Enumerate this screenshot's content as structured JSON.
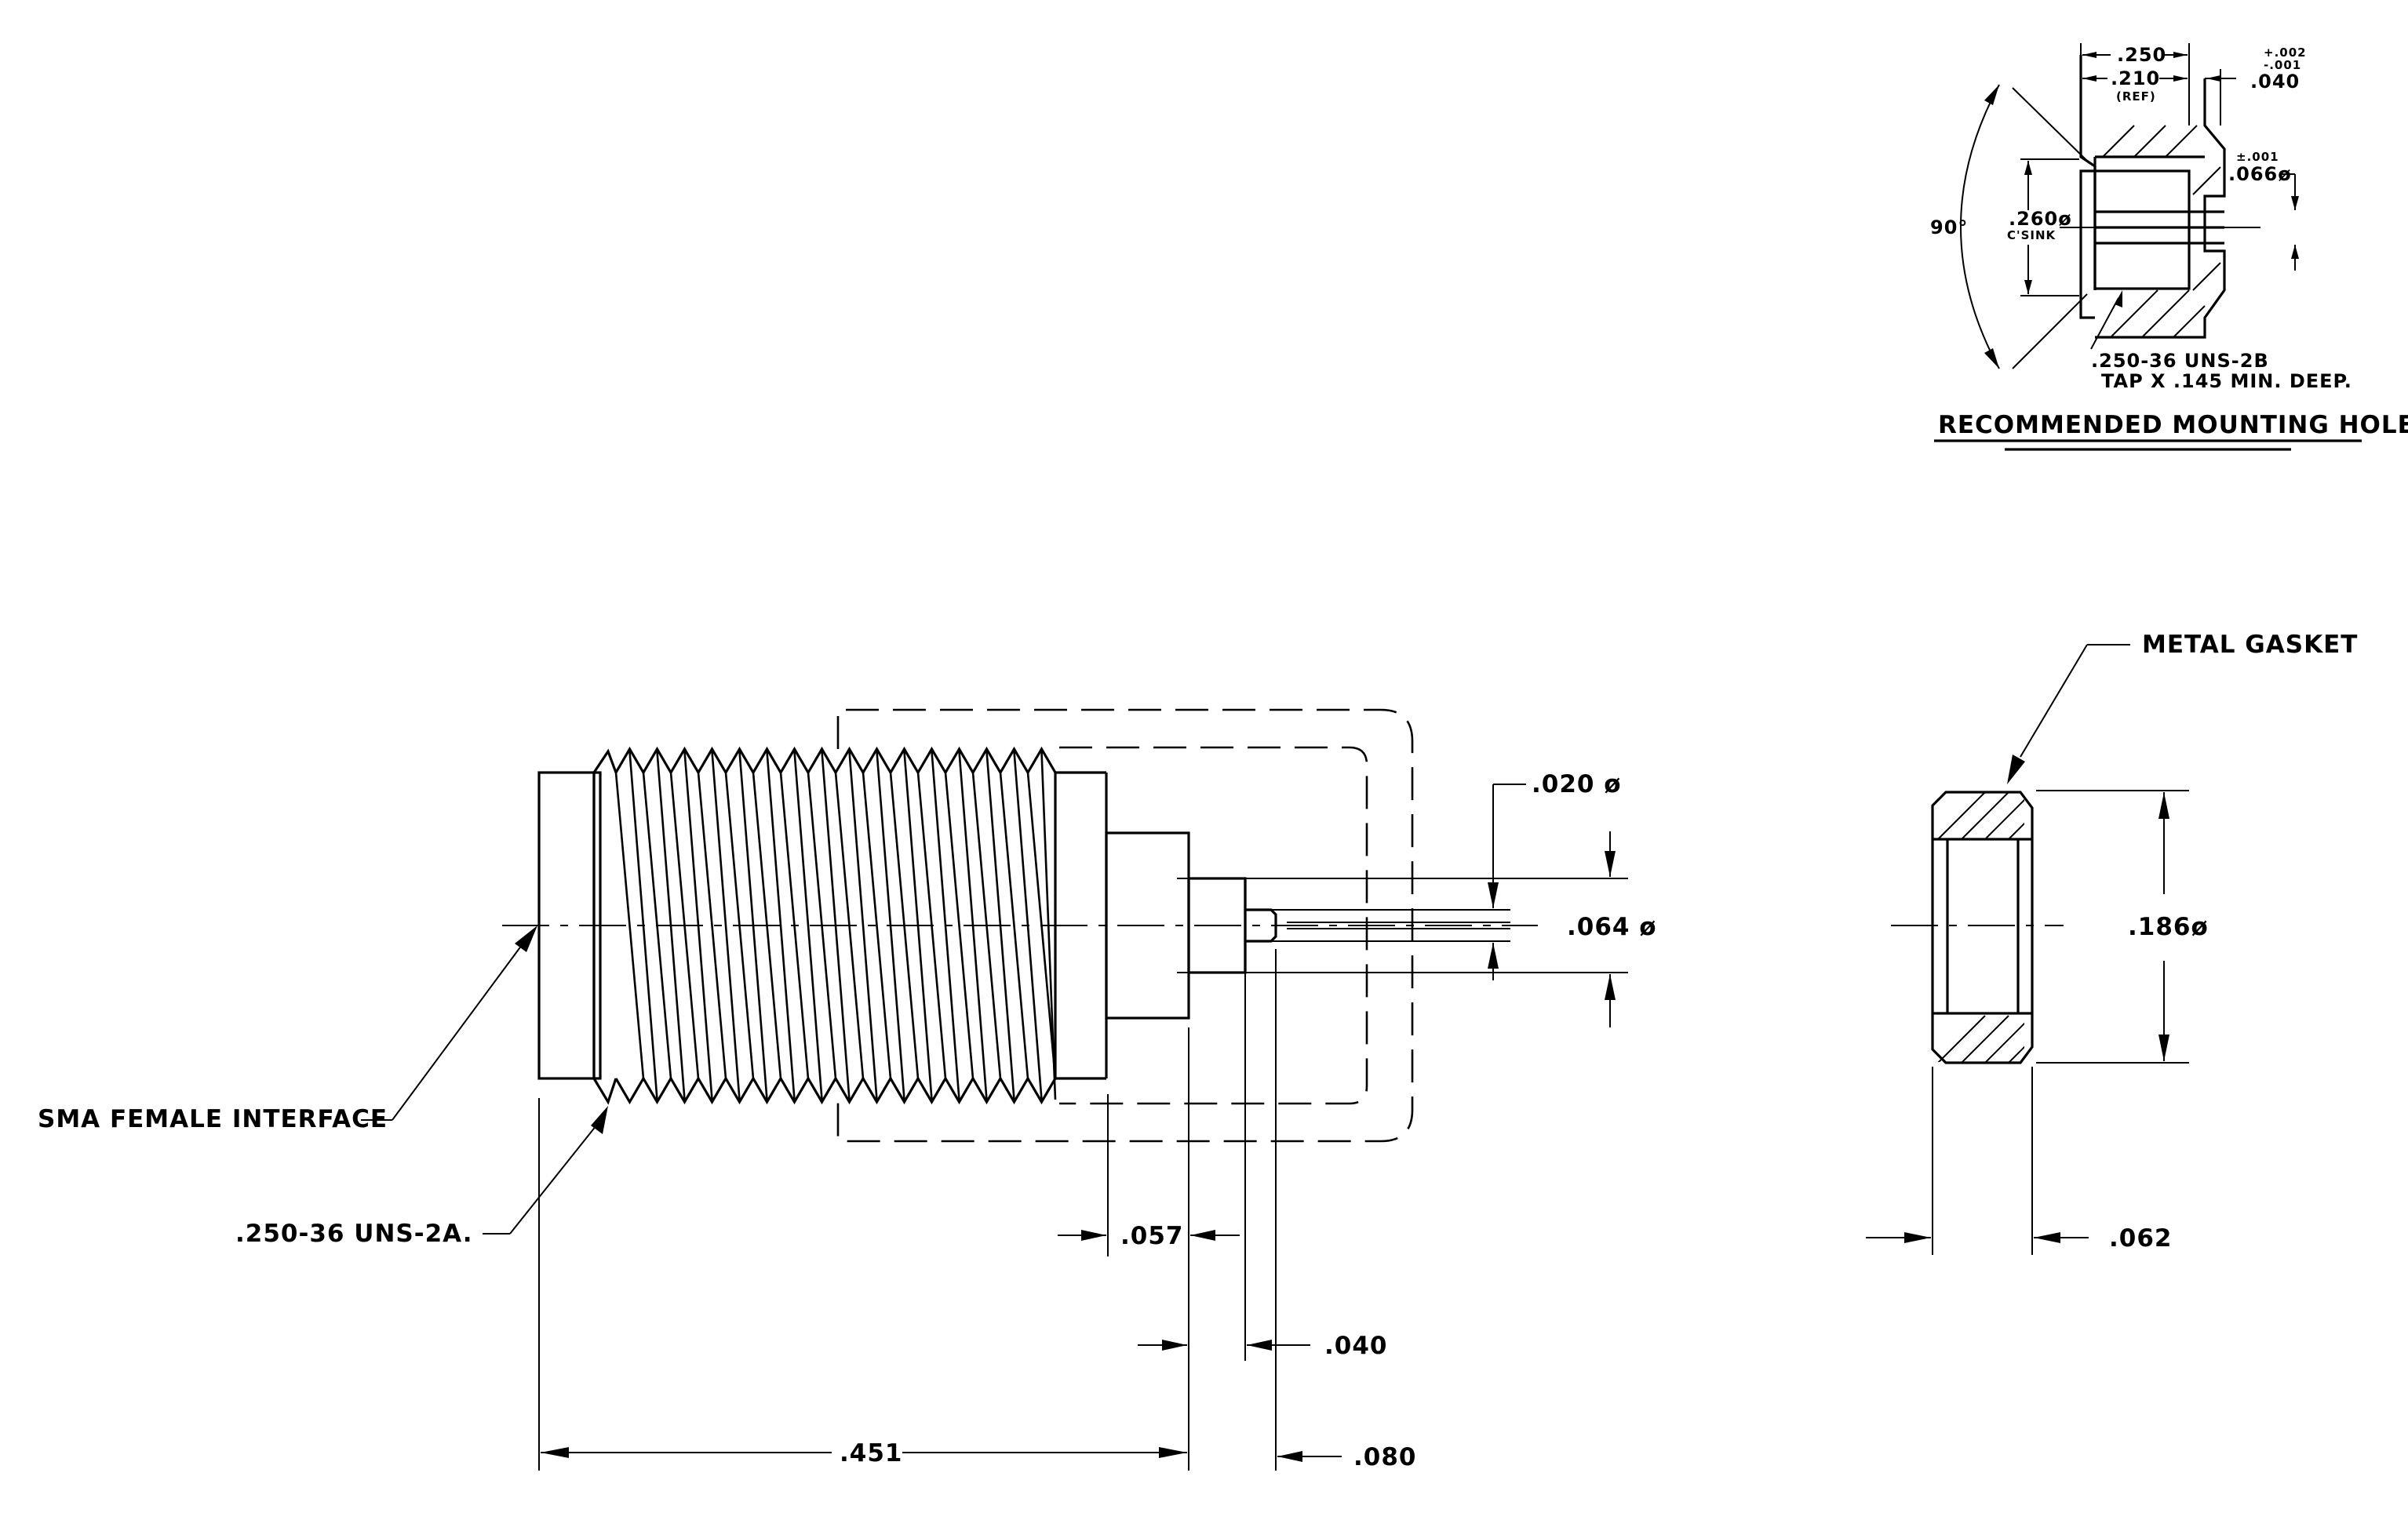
{
  "main_view": {
    "dim_020": ".020 ø",
    "dim_064": ".064 ø",
    "dim_057": ".057",
    "dim_040": ".040",
    "dim_080": ".080",
    "dim_451": ".451",
    "label_interface": "SMA FEMALE INTERFACE",
    "label_thread": ".250-36 UNS-2A."
  },
  "gasket_view": {
    "label": "METAL GASKET",
    "dim_diameter": ".186ø",
    "dim_thickness": ".062"
  },
  "mounting_hole": {
    "title": "RECOMMENDED MOUNTING HOLE",
    "dim_250": ".250",
    "dim_210": ".210",
    "dim_210_note": "(REF)",
    "tol_plus": "+.002",
    "tol_minus": "-.001",
    "dim_040": ".040",
    "tol_pm": "±.001",
    "dim_066": ".066ø",
    "dim_260": ".260ø",
    "dim_260_note": "C'SINK",
    "angle": "90°",
    "thread_line1": ".250-36 UNS-2B",
    "thread_line2": "TAP X .145 MIN. DEEP."
  }
}
